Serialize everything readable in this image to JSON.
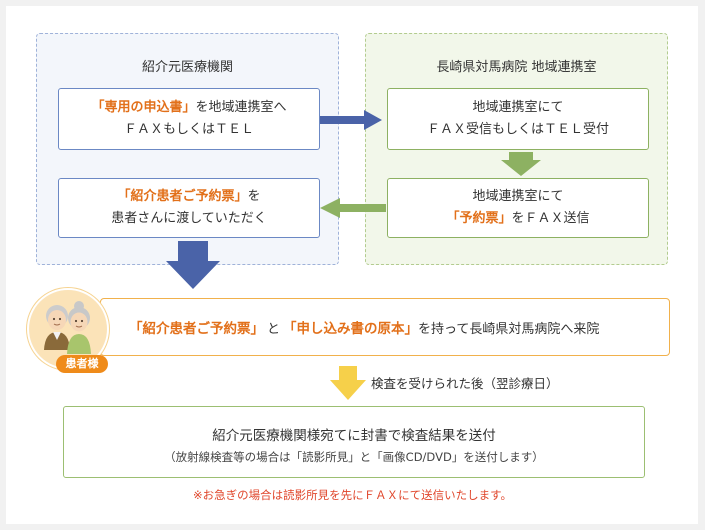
{
  "left_panel": {
    "title": "紹介元医療機関",
    "step1": {
      "highlight": "「専用の申込書」",
      "text1": "を地域連携室へ",
      "text2": "ＦＡＸもしくはＴＥＬ"
    },
    "step4": {
      "highlight": "「紹介患者ご予約票」",
      "text1": "を",
      "text2": "患者さんに渡していただく"
    }
  },
  "right_panel": {
    "title": "長崎県対馬病院 地域連携室",
    "step2": {
      "text1": "地域連携室にて",
      "text2": "ＦＡＸ受信もしくはＴＥＬ受付"
    },
    "step3": {
      "text1": "地域連携室にて",
      "highlight": "「予約票」",
      "text2": "をＦＡＸ送信"
    }
  },
  "patient": {
    "label": "患者様",
    "highlight1": "「紹介患者ご予約票」",
    "connector": "と",
    "highlight2": "「申し込み書の原本」",
    "text": "を持って長崎県対馬病院へ来院"
  },
  "between_label": "検査を受けられた後（翌診療日）",
  "result": {
    "main": "紹介元医療機関様宛てに封書で検査結果を送付",
    "sub": "（放射線検査等の場合は「読影所見」と「画像CD/DVD」を送付します）"
  },
  "note": "※お急ぎの場合は読影所見を先にＦＡＸにて送信いたします。",
  "colors": {
    "blue_arrow": "#4a63a8",
    "green_arrow": "#8db162",
    "orange_arrow": "#f6d04a",
    "highlight": "#e2701a",
    "note": "#e0462b"
  }
}
